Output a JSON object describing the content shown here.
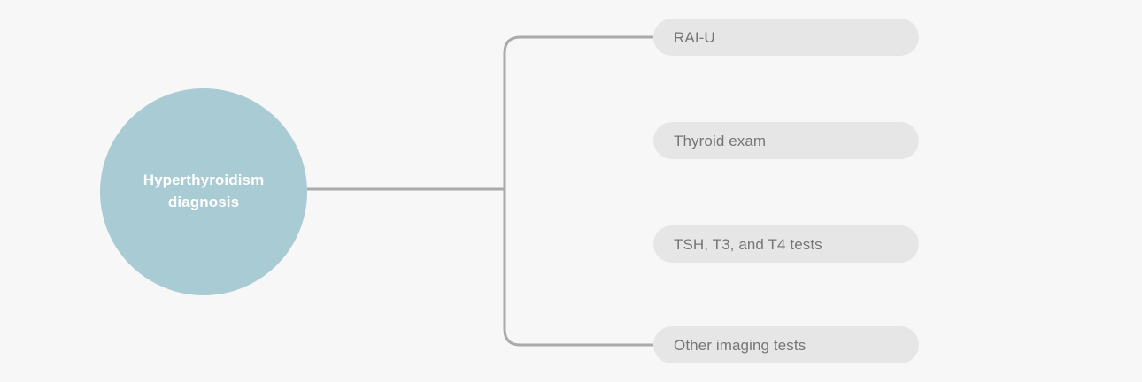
{
  "diagram": {
    "type": "mind-map",
    "background_color": "#f7f7f7",
    "root": {
      "label": "Hyperthyroidism\ndiagnosis",
      "fill_color": "#a8cbd4",
      "text_color": "#ffffff"
    },
    "connector": {
      "color": "#aaaaaa",
      "width": 3
    },
    "branches": [
      {
        "label": "RAI-U",
        "fill_color": "#e6e6e6",
        "text_color": "#767676",
        "connected": true
      },
      {
        "label": "Thyroid exam",
        "fill_color": "#e6e6e6",
        "text_color": "#767676",
        "connected": false
      },
      {
        "label": "TSH, T3, and T4 tests",
        "fill_color": "#e6e6e6",
        "text_color": "#767676",
        "connected": false
      },
      {
        "label": "Other imaging tests",
        "fill_color": "#e6e6e6",
        "text_color": "#767676",
        "connected": true
      }
    ]
  }
}
